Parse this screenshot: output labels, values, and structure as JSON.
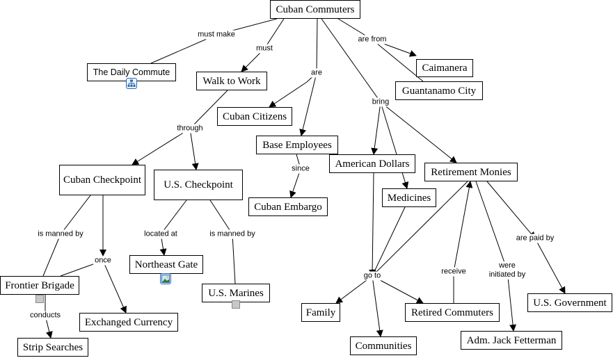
{
  "concepts": {
    "cuban_commuters": "Cuban Commuters",
    "daily_commute": "The Daily Commute",
    "walk_to_work": "Walk to Work",
    "cuban_citizens": "Cuban Citizens",
    "caimanera": "Caimanera",
    "guantanamo_city": "Guantanamo City",
    "base_employees": "Base Employees",
    "cuban_embargo": "Cuban Embargo",
    "american_dollars": "American Dollars",
    "retirement_monies": "Retirement Monies",
    "cuban_checkpoint": "Cuban Checkpoint",
    "us_checkpoint": "U.S. Checkpoint",
    "medicines": "Medicines",
    "northeast_gate": "Northeast Gate",
    "frontier_brigade": "Frontier Brigade",
    "us_marines": "U.S. Marines",
    "exchanged_currency": "Exchanged Currency",
    "strip_searches": "Strip Searches",
    "family": "Family",
    "communities": "Communities",
    "retired_commuters": "Retired Commuters",
    "us_government": "U.S. Government",
    "jack_fetterman": "Adm. Jack Fetterman"
  },
  "links": {
    "must_make": "must make",
    "must": "must",
    "are": "are",
    "are_from": "are from",
    "bring": "bring",
    "through": "through",
    "since": "since",
    "is_manned_by_cuban": "is manned by",
    "once": "once",
    "located_at": "located at",
    "is_manned_by_us": "is manned by",
    "conducts": "conducts",
    "go_to": "go to",
    "receive": "receive",
    "were_initiated_by": "were initiated by",
    "are_paid_by": "are paid by"
  },
  "icons": {
    "daily_commute": "concept-map-icon",
    "northeast_gate": "image-icon",
    "frontier_brigade": "gray-square-icon",
    "us_marines": "gray-square-icon"
  },
  "colors": {
    "line": "#000000",
    "icon_border": "#2b6cb0",
    "resource_square": "#c8c8c8"
  }
}
